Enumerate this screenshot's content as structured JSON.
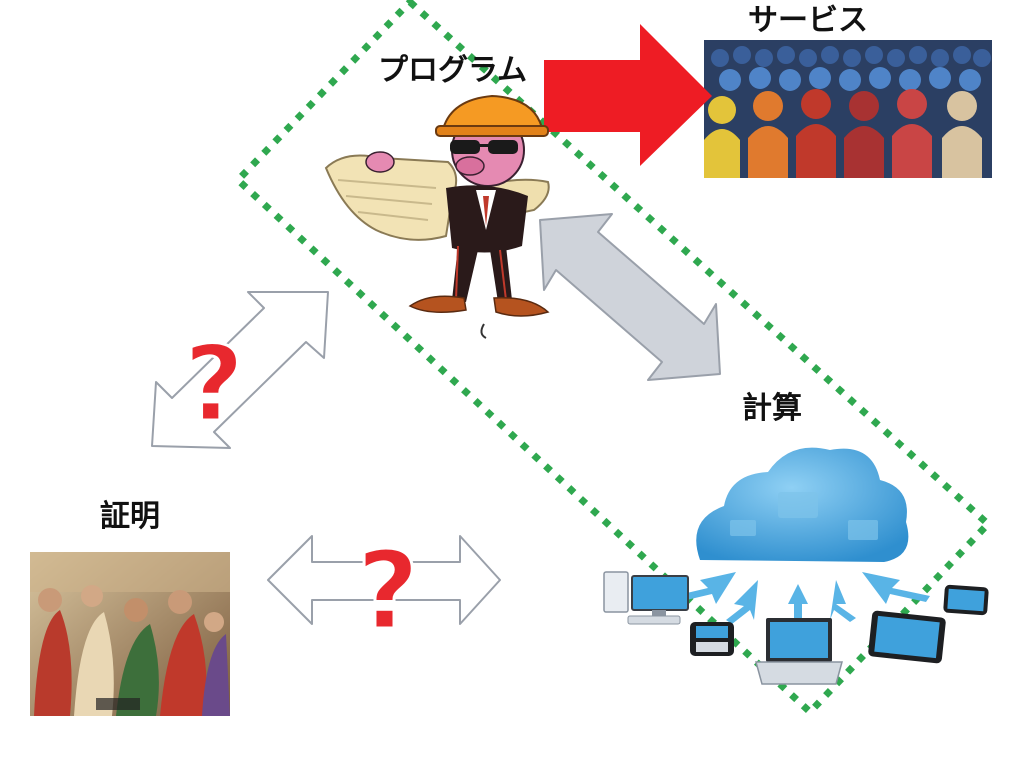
{
  "labels": {
    "program": "プログラム",
    "service": "サービス",
    "computation": "計算",
    "proof": "証明"
  },
  "question_mark": "?",
  "colors": {
    "dashed_border": "#2fa84f",
    "red_arrow": "#ee1c24",
    "gray_arrow": "#cfd3da",
    "question": "#e8282e",
    "cloud": "#4aa6dd",
    "device_arrow": "#59b4e6"
  },
  "icons": [
    "programmer-illustration",
    "crowd-image",
    "cloud-network-icon",
    "painting-image"
  ]
}
